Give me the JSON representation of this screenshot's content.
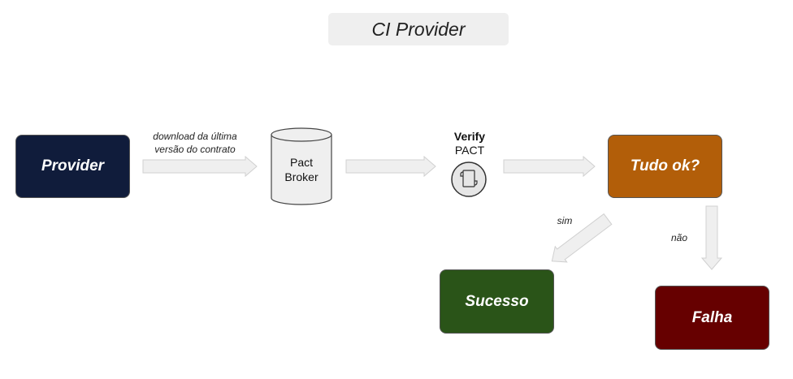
{
  "title": "CI Provider",
  "nodes": {
    "provider": "Provider",
    "broker_line1": "Pact",
    "broker_line2": "Broker",
    "verify_line1": "Verify",
    "verify_line2": "PACT",
    "decision": "Tudo ok?",
    "success": "Sucesso",
    "failure": "Falha"
  },
  "edges": {
    "download_line1": "download da última",
    "download_line2": "versão do contrato",
    "yes": "sim",
    "no": "não"
  },
  "colors": {
    "provider": "#101c3b",
    "decision": "#b25e09",
    "success": "#2a5418",
    "failure": "#660000",
    "arrow_fill": "#efefef",
    "arrow_stroke": "#d0d0d0"
  },
  "icons": {
    "verify": "scroll-icon"
  }
}
